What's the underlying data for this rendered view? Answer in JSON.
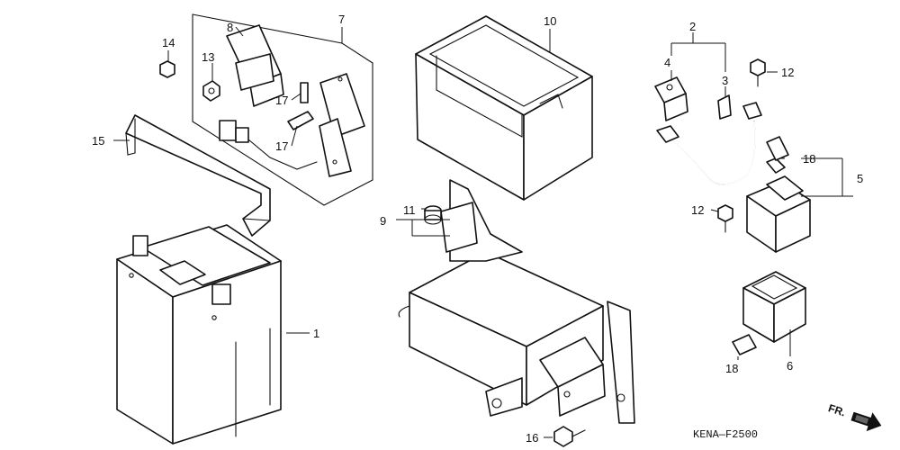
{
  "callouts": {
    "n1": "1",
    "n2": "2",
    "n3": "3",
    "n4": "4",
    "n5": "5",
    "n6": "6",
    "n7": "7",
    "n8": "8",
    "n9": "9",
    "n10": "10",
    "n11": "11",
    "n12a": "12",
    "n12b": "12",
    "n13": "13",
    "n14": "14",
    "n15": "15",
    "n16": "16",
    "n17a": "17",
    "n17b": "17",
    "n18a": "18",
    "n18b": "18"
  },
  "diagram_code": "KENA—F2500",
  "direction_label": "FR.",
  "colors": {
    "line": "#111111",
    "paper": "#ffffff"
  },
  "icons": {
    "direction": "arrow-right-icon"
  }
}
